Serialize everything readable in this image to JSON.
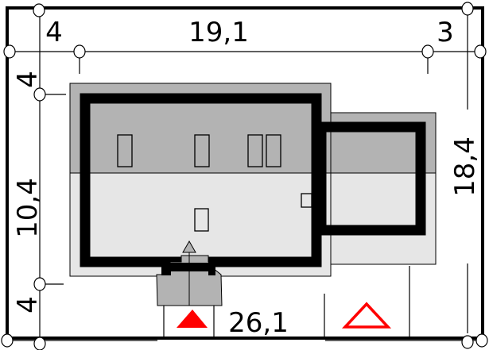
{
  "plan": {
    "dimensions": {
      "top_left_setback": "4",
      "house_width": "19,1",
      "top_right_setback": "3",
      "plot_depth": "18,4",
      "left_top_setback": "4",
      "house_depth": "10,4",
      "left_bottom_setback": "4",
      "plot_width": "26,1"
    },
    "colors": {
      "roof_dark": "#b3b3b3",
      "roof_light": "#e6e6e6",
      "wall": "#000000",
      "marker": "#ff0000"
    },
    "markers": {
      "entrance": "filled-triangle-icon",
      "garage_entrance": "outline-triangle-icon"
    }
  }
}
